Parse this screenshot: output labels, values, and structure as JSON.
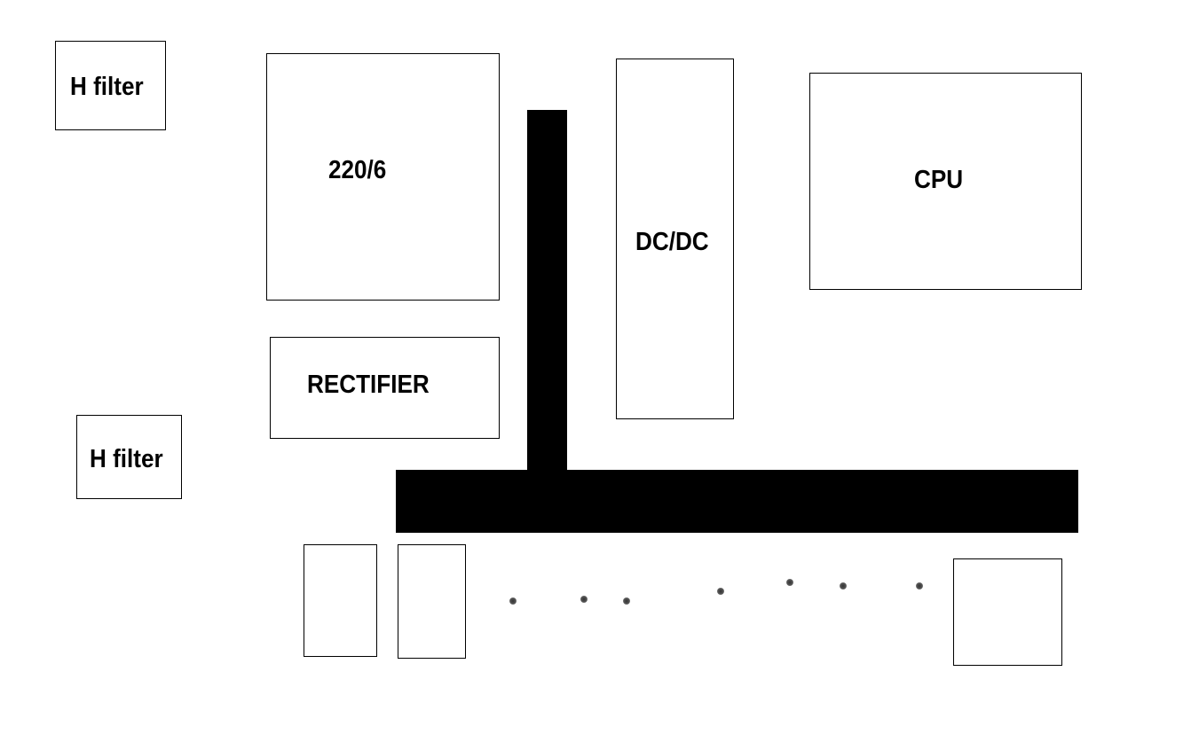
{
  "blocks": {
    "h_filter_top": {
      "label": "H filter"
    },
    "transformer": {
      "label": "220/6"
    },
    "rectifier": {
      "label": "RECTIFIER"
    },
    "h_filter_bottom": {
      "label": "H filter"
    },
    "dcdc": {
      "label": "DC/DC"
    },
    "cpu": {
      "label": "CPU"
    }
  },
  "colors": {
    "background": "#ffffff",
    "stroke": "#000000",
    "bar_fill": "#000000",
    "dot_fill": "#444444"
  }
}
